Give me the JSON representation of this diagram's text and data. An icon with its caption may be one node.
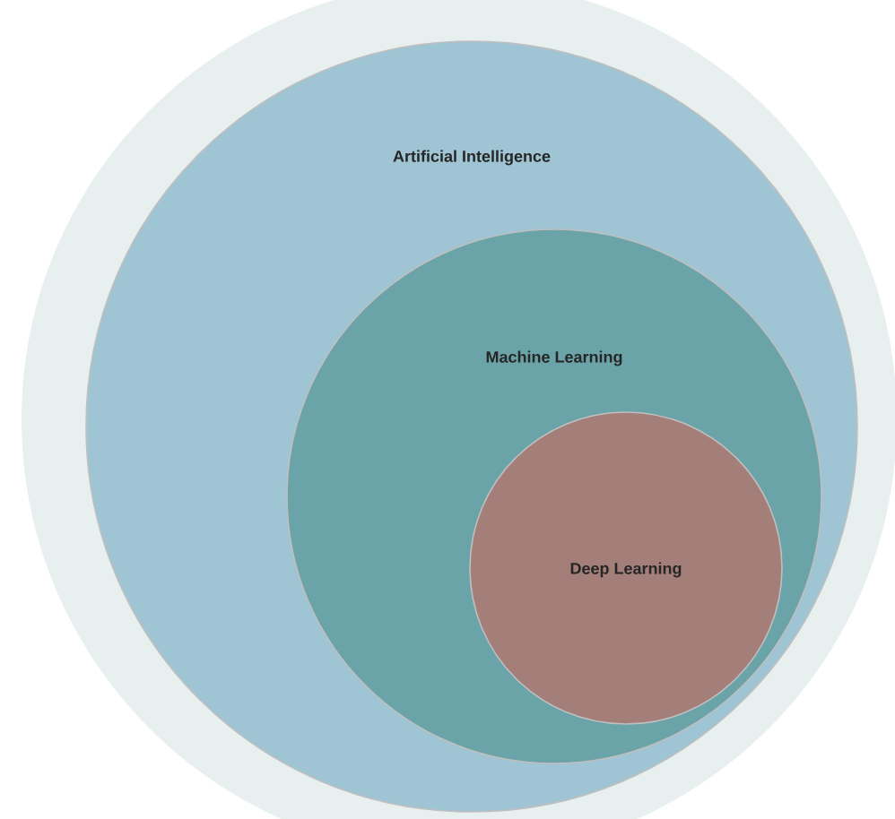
{
  "diagram": {
    "nodes": [
      {
        "text": [
          "Artificial Intelligence"
        ]
      },
      {
        "text": [
          "Machine Learning"
        ],
        "in": 0
      },
      {
        "text": [
          "Deep Learning"
        ],
        "in": 1
      }
    ]
  }
}
